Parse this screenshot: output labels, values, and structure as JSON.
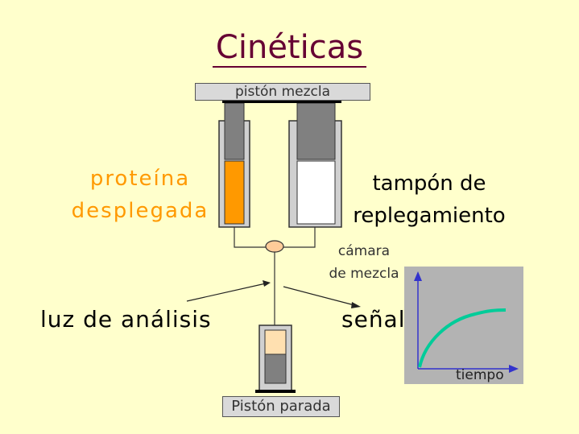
{
  "title": "Cinéticas",
  "labels": {
    "piston_mezcla": "pistón mezcla",
    "proteina": "proteína",
    "desplegada": "desplegada",
    "tampon": "tampón de",
    "replegamiento": "replegamiento",
    "camara": "cámara",
    "de_mezcla": "de mezcla",
    "luz": "luz de análisis",
    "senal": "señal",
    "tiempo": "tiempo",
    "piston_parada": "Pistón parada"
  },
  "colors": {
    "background": "#ffffcc",
    "title": "#660033",
    "protein": "#ff9900",
    "buffer": "#ffffff",
    "sample": "#ffe0b0",
    "curve": "#00cc99",
    "axis": "#3333cc",
    "plot_bg": "#b3b3b3"
  }
}
